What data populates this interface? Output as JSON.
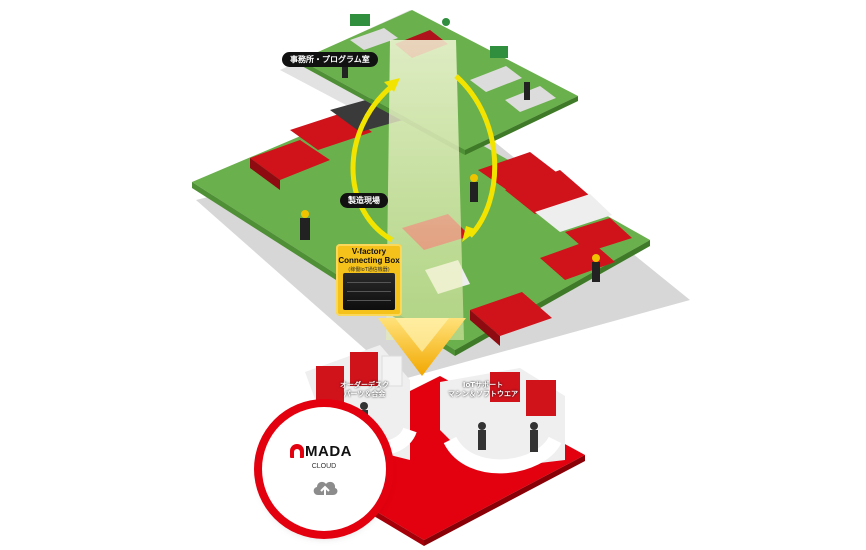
{
  "labels": {
    "office": "事務所・プログラム室",
    "factory": "製造現場",
    "connecting_box_title": "V-factory Connecting Box",
    "connecting_box_sub": "(稼働IoT通信機器)",
    "order_desk": "オーダーデスク\nパーツ＆合金",
    "iot_support": "IoTサポート\nマシン＆ソフトウエア"
  },
  "cloud": {
    "brand": "MADA",
    "label": "CLOUD"
  },
  "colors": {
    "floor_green": "#6ab04c",
    "machine_red": "#d0121b",
    "arrow_yellow": "#f3e400",
    "cloud_red": "#e3000f"
  },
  "icons": [
    "cloud-upload-icon",
    "amada-logo-icon"
  ]
}
